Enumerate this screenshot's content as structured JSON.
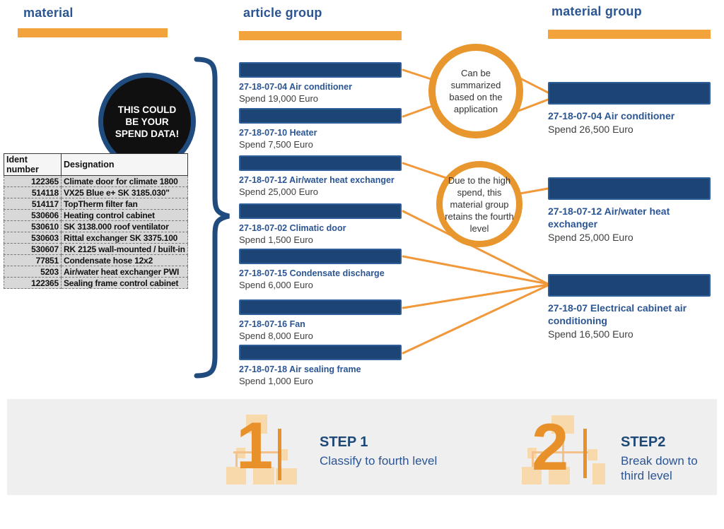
{
  "columns": {
    "material": {
      "title": "material"
    },
    "article_group": {
      "title": "article group",
      "items": [
        {
          "label": "27-18-07-04 Air conditioner",
          "spend": "Spend 19,000 Euro"
        },
        {
          "label": "27-18-07-10 Heater",
          "spend": "Spend 7,500 Euro"
        },
        {
          "label": "27-18-07-12  Air/water heat exchanger",
          "spend": "Spend 25,000 Euro"
        },
        {
          "label": "27-18-07-02 Climatic door",
          "spend": "Spend 1,500 Euro"
        },
        {
          "label": "27-18-07-15 Condensate discharge",
          "spend": "Spend 6,000 Euro"
        },
        {
          "label": "27-18-07-16 Fan",
          "spend": "Spend 8,000 Euro"
        },
        {
          "label": "27-18-07-18 Air sealing frame",
          "spend": "Spend 1,000 Euro"
        }
      ]
    },
    "material_group": {
      "title": "material group",
      "items": [
        {
          "label": "27-18-07-04 Air conditioner",
          "spend": "Spend 26,500 Euro"
        },
        {
          "label": "27-18-07-12 Air/water heat exchanger",
          "spend": "Spend 25,000 Euro"
        },
        {
          "label": "27-18-07 Electrical cabinet air conditioning",
          "spend": "Spend 16,500 Euro"
        }
      ]
    }
  },
  "spend_circle": {
    "text": "THIS COULD BE YOUR SPEND DATA!"
  },
  "callouts": {
    "summarize": "Can be summarized based on the application",
    "high_spend": "Due to the high spend, this material group retains the fourth level"
  },
  "table": {
    "headers": [
      "Ident number",
      "Designation"
    ],
    "rows": [
      [
        "122365",
        "Climate door for climate 1800"
      ],
      [
        "514118",
        "VX25 Blue e+ SK 3185.030\""
      ],
      [
        "514117",
        "TopTherm filter fan"
      ],
      [
        "530606",
        "Heating control cabinet"
      ],
      [
        "530610",
        "SK 3138.000 roof ventilator"
      ],
      [
        "530603",
        "Rittal exchanger SK 3375.100"
      ],
      [
        "530607",
        "RK 2125 wall-mounted / built-in"
      ],
      [
        "77851",
        "Condensate hose 12x2"
      ],
      [
        "5203",
        "Air/water heat exchanger PWI"
      ],
      [
        "122365",
        "Sealing frame control cabinet"
      ]
    ]
  },
  "steps": [
    {
      "number": "1",
      "title": "STEP 1",
      "description": "Classify to fourth level"
    },
    {
      "number": "2",
      "title": "STEP2",
      "description": "Break down to third level"
    }
  ],
  "colors": {
    "accent_orange": "#F2A33C",
    "ring_orange": "#E8962E",
    "connector_orange": "#F0983A",
    "dark_blue": "#1F4B7E",
    "text_blue": "#2B5593",
    "spend_text_gray": "#3F3F41",
    "panel_gray": "#EFEFEF",
    "table_row_gray": "#D8D8D8",
    "spend_circle_black": "#101010"
  }
}
